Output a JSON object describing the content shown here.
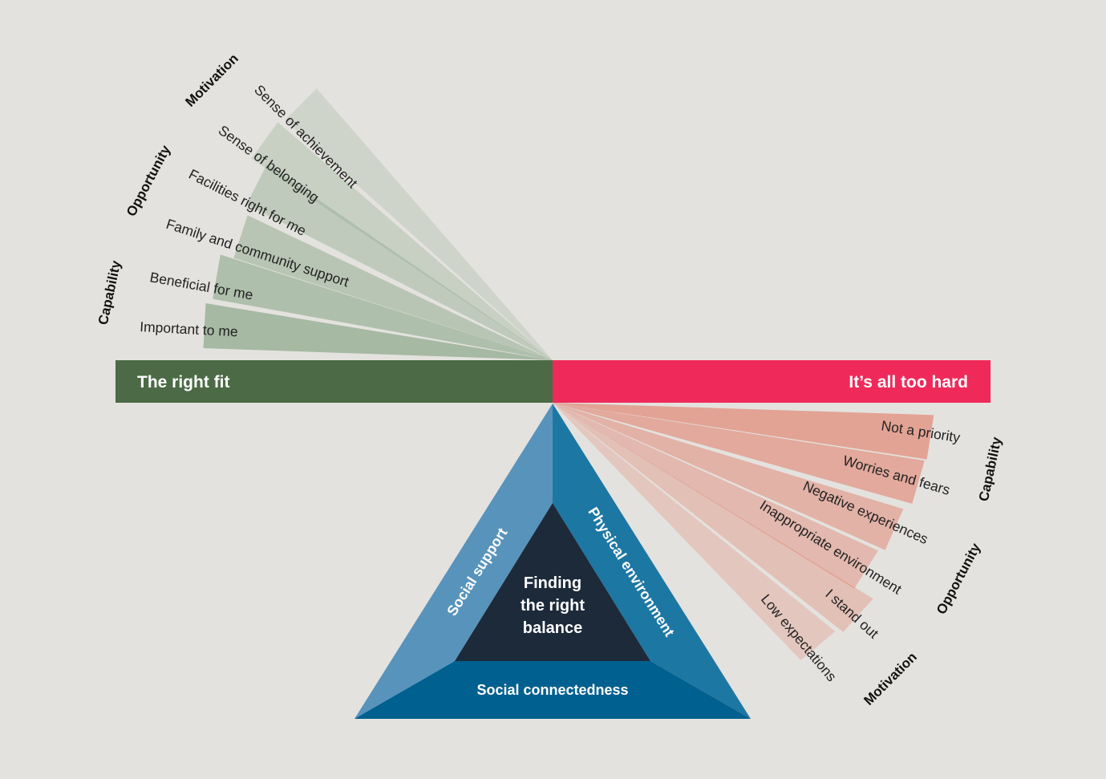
{
  "colors": {
    "background": "#e4e2de",
    "right_fit_bar": "#4b6a45",
    "too_hard_bar": "#ef2a5b",
    "left_ray_base": "#7fa07f",
    "right_ray_base": "#e0705a",
    "triangle_left": "#5893bb",
    "triangle_right": "#1d77a3",
    "triangle_bottom": "#00608f",
    "triangle_center": "#1c2a3a"
  },
  "right_fit": {
    "title": "The right fit",
    "factors": [
      {
        "label": "Important to me"
      },
      {
        "label": "Beneficial for me"
      },
      {
        "label": "Family and community support"
      },
      {
        "label": "Facilities right for me"
      },
      {
        "label": "Sense of belonging"
      },
      {
        "label": "Sense of achievement"
      }
    ],
    "categories": [
      "Capability",
      "Opportunity",
      "Motivation"
    ]
  },
  "too_hard": {
    "title": "It’s all too hard",
    "factors": [
      {
        "label": "Not a priority"
      },
      {
        "label": "Worries and fears"
      },
      {
        "label": "Negative experiences"
      },
      {
        "label": "Inappropriate environment"
      },
      {
        "label": "I stand out"
      },
      {
        "label": "Low expectations"
      }
    ],
    "categories": [
      "Capability",
      "Opportunity",
      "Motivation"
    ]
  },
  "balance": {
    "center_line1": "Finding",
    "center_line2": "the right",
    "center_line3": "balance",
    "left_side": "Social support",
    "right_side": "Physical environment",
    "bottom_side": "Social connectedness"
  }
}
